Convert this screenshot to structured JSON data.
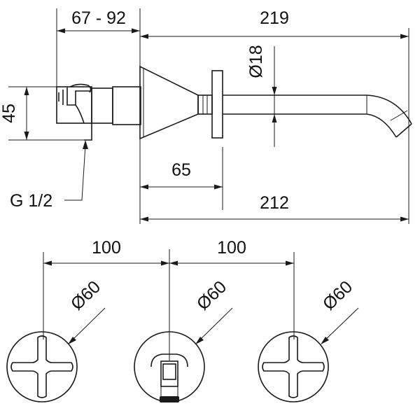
{
  "dimensions": {
    "wall_depth": "67 - 92",
    "spout_length_total": "219",
    "spout_diameter": "Ø18",
    "body_height": "45",
    "rosette_offset": "65",
    "spout_length_from_plate": "212",
    "connection_thread": "G 1/2",
    "handle_spacing_left": "100",
    "handle_spacing_right": "100",
    "handle_diameter_left": "Ø60",
    "handle_diameter_center": "Ø60",
    "handle_diameter_right": "Ø60"
  }
}
